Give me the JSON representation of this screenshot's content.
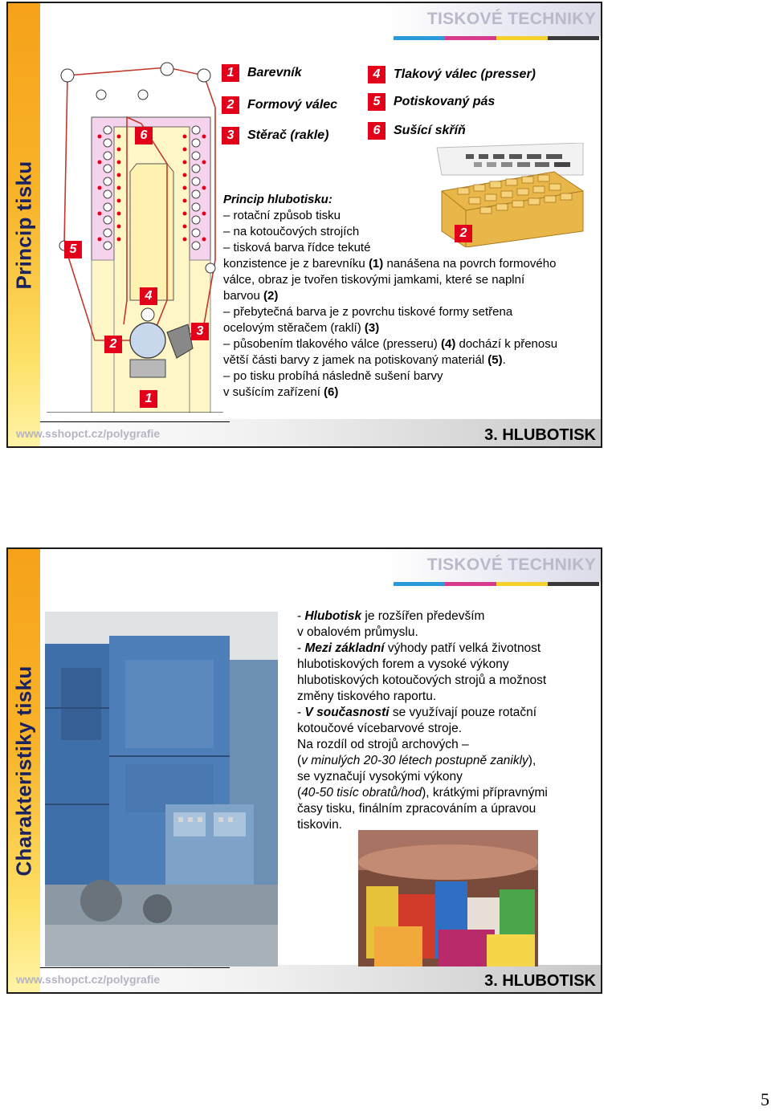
{
  "slide1": {
    "side_title": "Princip tisku",
    "top_title": "TISKOVÉ TECHNIKY",
    "legend": [
      {
        "num": "1",
        "label": "Barevník"
      },
      {
        "num": "2",
        "label": "Formový válec"
      },
      {
        "num": "3",
        "label": "Stěrač (rakle)"
      },
      {
        "num": "4",
        "label": "Tlakový válec (presser)"
      },
      {
        "num": "5",
        "label": "Potiskovaný pás"
      },
      {
        "num": "6",
        "label": "Sušící skříň"
      }
    ],
    "diagram_labels": [
      "6",
      "5",
      "4",
      "2",
      "3",
      "1"
    ],
    "cells_label": "2",
    "text": {
      "heading": "Princip hlubotisku:",
      "l1": "– rotační způsob tisku",
      "l2": "– na kotoučových strojích",
      "l3": "– tisková barva řídce tekuté",
      "l4a": "konzistence je z barevníku ",
      "l4b": "(1)",
      "l4c": " nanášena na povrch formového",
      "l5": "válce, obraz je tvořen tiskovými jamkami, které se naplní",
      "l6a": "barvou ",
      "l6b": "(2)",
      "l7": "– přebytečná barva je z povrchu tiskové formy setřena",
      "l8a": "ocelovým stěračem (raklí) ",
      "l8b": "(3)",
      "l9a": "– působením tlakového válce (presseru) ",
      "l9b": "(4)",
      "l9c": " dochází k přenosu",
      "l10a": "větší části barvy z jamek na potiskovaný materiál ",
      "l10b": "(5)",
      "l10c": ".",
      "l11": "– po tisku probíhá následně sušení barvy",
      "l12a": "v sušícím zařízení ",
      "l12b": "(6)"
    },
    "footer_url": "www.sshopct.cz/polygrafie",
    "footer_right": "3. HLUBOTISK"
  },
  "slide2": {
    "side_title": "Charakteristiky tisku",
    "top_title": "TISKOVÉ TECHNIKY",
    "text": {
      "p1a": "- ",
      "p1b": "Hlubotisk",
      "p1c": " je rozšířen především",
      "p1d": "v obalovém průmyslu.",
      "p2a": "- ",
      "p2b": "Mezi základní",
      "p2c": " výhody patří velká životnost",
      "p2d": "hlubotiskových forem a vysoké výkony",
      "p2e": "hlubotiskových kotoučových strojů a možnost",
      "p2f": "změny tiskového raportu.",
      "p3a": "- ",
      "p3b": "V současnosti",
      "p3c": " se využívají pouze rotační",
      "p3d": "kotoučové vícebarvové stroje.",
      "p4a": "Na rozdíl od strojů archových –",
      "p4b": "(",
      "p4c": "v minulých 20-30 létech postupně zanikly",
      "p4d": "),",
      "p4e": "se vyznačují vysokými výkony",
      "p4f": "(",
      "p4g": "40-50 tisíc obratů/hod",
      "p4h": "), krátkými přípravnými",
      "p4i": "časy tisku, finálním zpracováním a úpravou",
      "p4j": "tiskovin."
    },
    "footer_url": "www.sshopct.cz/polygrafie",
    "footer_right": "3. HLUBOTISK"
  },
  "page_number": "5"
}
